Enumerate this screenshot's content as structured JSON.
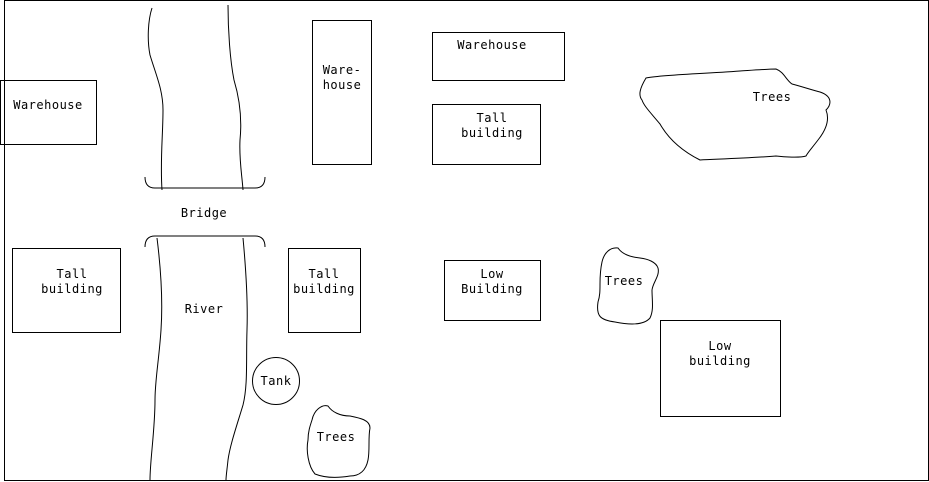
{
  "colors": {
    "background": "#ffffff",
    "ink": "#000000"
  },
  "map": {
    "river": {
      "label": "River"
    },
    "bridge": {
      "label": "Bridge"
    },
    "tank": {
      "label": "Tank"
    },
    "buildings": {
      "warehouse_left": {
        "label": "Warehouse"
      },
      "warehouse_tall": {
        "label": "Ware-\nhouse"
      },
      "warehouse_top": {
        "label": "Warehouse"
      },
      "tall_building_top": {
        "label": "Tall\nbuilding"
      },
      "tall_building_left": {
        "label": "Tall\nbuilding"
      },
      "tall_building_center": {
        "label": "Tall\nbuilding"
      },
      "low_building_center": {
        "label": "Low\nBuilding"
      },
      "low_building_right": {
        "label": "Low\nbuilding"
      }
    },
    "trees": {
      "top_right": {
        "label": "Trees"
      },
      "middle": {
        "label": "Trees"
      },
      "bottom": {
        "label": "Trees"
      }
    }
  }
}
